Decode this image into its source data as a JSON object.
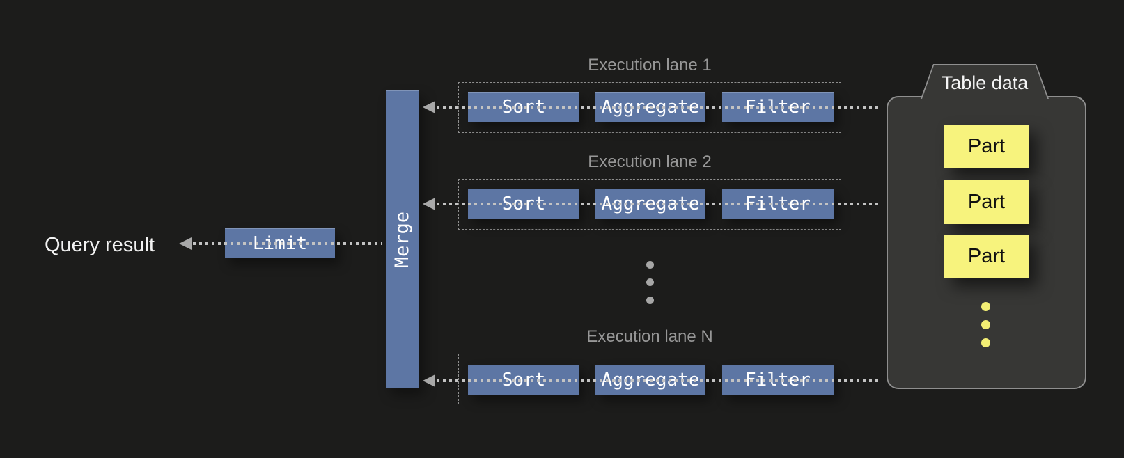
{
  "query_result": {
    "label": "Query result"
  },
  "limit": {
    "label": "Limit"
  },
  "merge": {
    "label": "Merge"
  },
  "lanes": [
    {
      "label": "Execution lane 1",
      "operators": [
        "Sort",
        "Aggregate",
        "Filter"
      ]
    },
    {
      "label": "Execution lane 2",
      "operators": [
        "Sort",
        "Aggregate",
        "Filter"
      ]
    },
    {
      "label": "Execution lane N",
      "operators": [
        "Sort",
        "Aggregate",
        "Filter"
      ]
    }
  ],
  "lanes_ellipsis": "vertical three-dot ellipsis between lane 2 and lane N",
  "table_data": {
    "label": "Table data",
    "parts": [
      "Part",
      "Part",
      "Part"
    ],
    "parts_ellipsis": "vertical three-dot ellipsis below parts"
  },
  "colors": {
    "background": "#1c1c1b",
    "operator_blue": "#5d76a4",
    "part_yellow": "#f7f37d",
    "flow_line_gray": "#c3c3c3",
    "arrowhead_gray": "#a8a8a8",
    "lane_label_gray": "#979797",
    "panel_fill": "#373735",
    "panel_border": "#8f8f8f",
    "text_white": "#f2f2f2",
    "part_text_black": "#101010"
  }
}
